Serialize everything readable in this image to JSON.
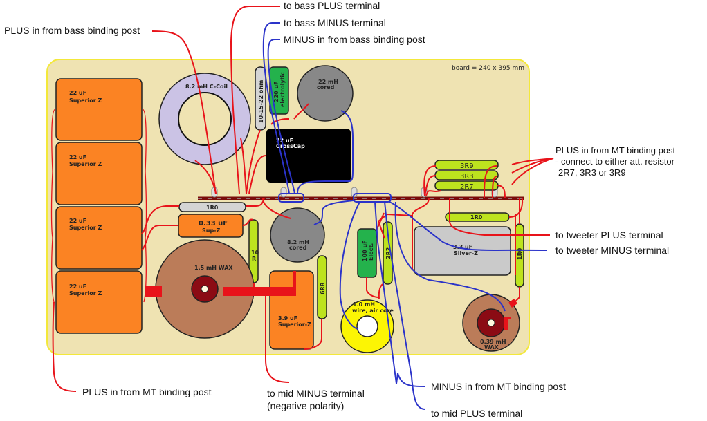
{
  "board": {
    "note": "board = 240 x 395 mm",
    "colors": {
      "board": "#efe3b2",
      "board_border": "#f3e83a",
      "plus_wire": "#e8131a",
      "minus_wire": "#2b33c9",
      "capacitor": "#fb8323",
      "resistor": "#bde31e",
      "bus": "#7a0b0b"
    }
  },
  "components": {
    "cap1": {
      "value": "22 uF",
      "type": "Superior Z"
    },
    "cap2": {
      "value": "22 uF",
      "type": "Superior Z"
    },
    "cap3": {
      "value": "22 uF",
      "type": "Superior Z"
    },
    "cap4": {
      "value": "22 uF",
      "type": "Superior Z"
    },
    "c_coil": {
      "label": "8.2 mH C-Coil"
    },
    "res_10_15_22": {
      "label": "10-15-22 ohm"
    },
    "elec_220": {
      "value": "220 uF",
      "type": "electrolytic"
    },
    "coil_22mh": {
      "value": "22 mH",
      "type": "cored"
    },
    "crosscap": {
      "value": "22 uF",
      "type": "CrossCap"
    },
    "res_1r0_grey": {
      "label": "1R0"
    },
    "cap_033": {
      "value": "0.33 uF",
      "type": "Sup-Z"
    },
    "res_10r": {
      "value": "10",
      "unit": "R"
    },
    "coil_8mh_cored": {
      "value": "8.2 mH",
      "type": "cored"
    },
    "coil_wax_15": {
      "label": "1.5 mH WAX"
    },
    "cap_39": {
      "value": "3.9 uF",
      "type": "Superior-Z"
    },
    "res_6r8": {
      "label": "6R8"
    },
    "elec_100": {
      "value": "100 uF",
      "type": "Elect."
    },
    "res_2r2": {
      "label": "2R2"
    },
    "coil_1mh": {
      "value": "1.0 mH",
      "type": "wire, air core"
    },
    "res_3r9": {
      "label": "3R9"
    },
    "res_3r3": {
      "label": "3R3"
    },
    "res_2r7": {
      "label": "2R7"
    },
    "res_1r0_h": {
      "label": "1R0"
    },
    "cap_silver": {
      "value": "3.3 uF",
      "type": "Silver-Z"
    },
    "res_1r0_v": {
      "label": "1R0"
    },
    "coil_wax_039": {
      "value": "0.39 mH",
      "type": "WAX"
    }
  },
  "annotations": {
    "bass_plus_in": "PLUS in from bass binding post",
    "bass_plus_term": "to bass PLUS terminal",
    "bass_minus_term": "to bass MINUS terminal",
    "bass_minus_in": "MINUS in from bass binding post",
    "mt_plus_in_right_1": "PLUS in from MT binding post",
    "mt_plus_in_right_2": "- connect to either att. resistor",
    "mt_plus_in_right_3": "2R7, 3R3 or 3R9",
    "tweeter_plus": "to tweeter PLUS terminal",
    "tweeter_minus": "to tweeter MINUS terminal",
    "mt_plus_in_bottom": "PLUS in from MT binding post",
    "mid_minus_1": "to mid MINUS terminal",
    "mid_minus_2": "(negative polarity)",
    "mt_minus_in": "MINUS in from MT binding post",
    "mid_plus": "to mid PLUS terminal"
  }
}
